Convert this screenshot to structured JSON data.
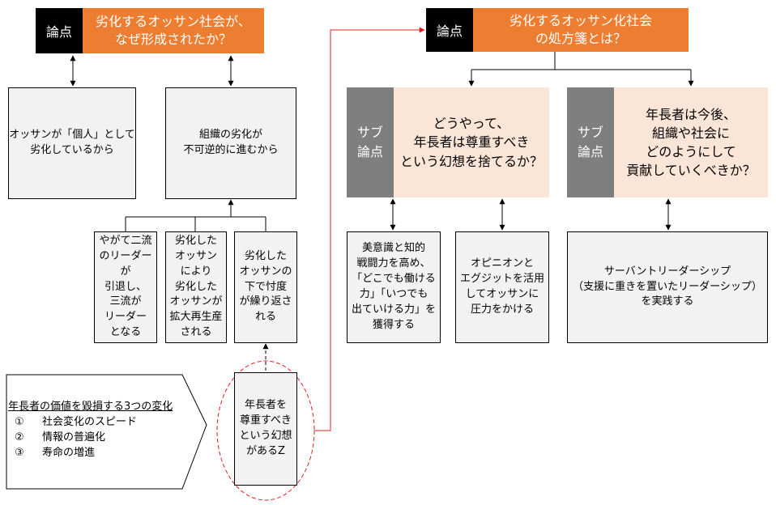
{
  "left": {
    "tag": "論点",
    "title": "劣化するオッサン社会が、\nなぜ形成されたか？",
    "box_individual": "オッサンが「個人」として\n劣化しているから",
    "box_org": "組織の劣化が\n不可逆的に進むから",
    "sub1": "やがて二流\nのリーダーが\n引退し、\n三流が\nリーダー\nとなる",
    "sub2": "劣化した\nオッサン\nにより\n劣化した\nオッサンが\n拡大再生産\nされる",
    "sub3": "劣化した\nオッサンの\n下で忖度\nが繰り返さ\nれる",
    "illusion": "年長者を\n尊重すべき\nという幻想\nがあるZ"
  },
  "changes": {
    "title": "年長者の価値を毀損する3つの変化",
    "items": [
      {
        "num": "①",
        "text": "社会変化のスピード"
      },
      {
        "num": "②",
        "text": "情報の普遍化"
      },
      {
        "num": "③",
        "text": "寿命の増進"
      }
    ]
  },
  "right": {
    "tag": "論点",
    "title": "劣化するオッサン化社会\nの処方箋とは？",
    "sub_tag_a": "サブ\n論点",
    "sub_a": "どうやって、\n年長者は尊重すべき\nという幻想を捨てるか？",
    "sub_tag_b": "サブ\n論点",
    "sub_b": "年長者は今後、\n組織や社会に\nどのようにして\n貢献していくべきか？",
    "box_aesthetic": "美意識と知的\n戦闘力を高め、\n「どこでも働ける\n力」「いつでも\n出ていける力」を\n獲得する",
    "box_opinion": "オピニオンと\nエグジットを活用\nしてオッサンに\n圧力をかける",
    "box_servant": "サーバントリーダーシップ\n（支援に重きを置いたリーダーシップ）\nを実践する"
  },
  "colors": {
    "orange": "#ed7d31",
    "peach": "#fbe5d6",
    "grey": "#7f7f7f",
    "box": "#f2f2f2",
    "red": "#e02020"
  }
}
